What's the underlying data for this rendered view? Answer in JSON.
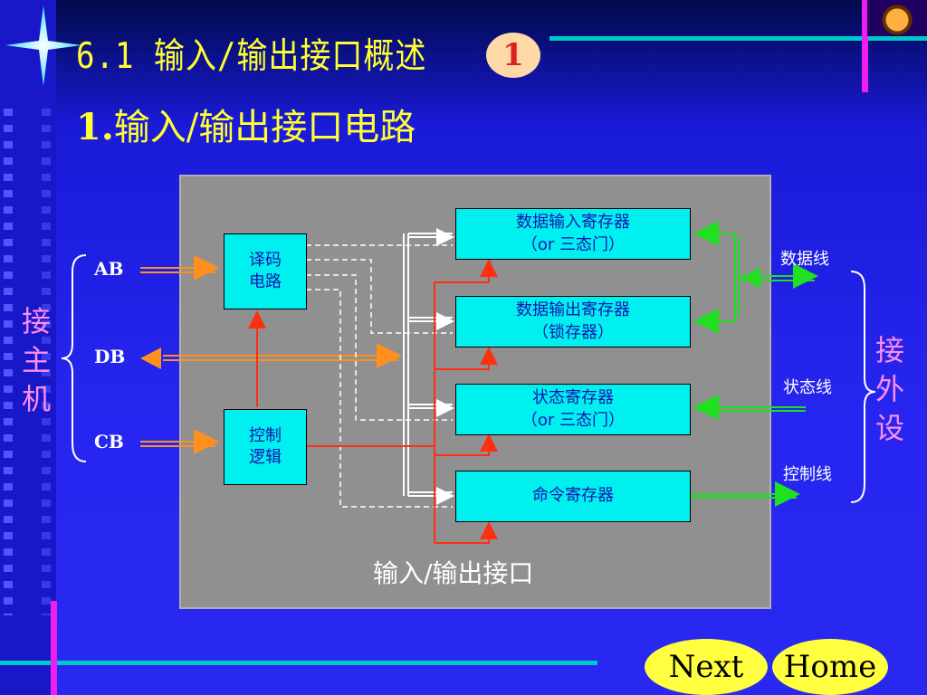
{
  "title": "6.1 输入/输出接口概述",
  "badge": "1",
  "subtitle_num": "1.",
  "subtitle_text": "输入/输出接口电路",
  "boxes": {
    "decoder": [
      "译码",
      "电路"
    ],
    "control": [
      "控制",
      "逻辑"
    ],
    "data_in": [
      "数据输入寄存器",
      "（or 三态门）"
    ],
    "data_out": [
      "数据输出寄存器",
      "（锁存器）"
    ],
    "status": [
      "状态寄存器",
      "（or 三态门）"
    ],
    "command": [
      "命令寄存器"
    ]
  },
  "bus_labels": {
    "ab": "AB",
    "db": "DB",
    "cb": "CB"
  },
  "line_labels": {
    "data": "数据线",
    "status": "状态线",
    "control": "控制线"
  },
  "host_label": [
    "接",
    "主",
    "机"
  ],
  "peripheral_label": [
    "接",
    "外",
    "设"
  ],
  "panel_caption": "输入/输出接口",
  "nav": {
    "next": "Next",
    "home": "Home"
  },
  "colors": {
    "cyan": "#00f0f0",
    "orange": "#ff9020",
    "green": "#20e020",
    "red": "#ff3010",
    "yellow": "#ffff33"
  }
}
